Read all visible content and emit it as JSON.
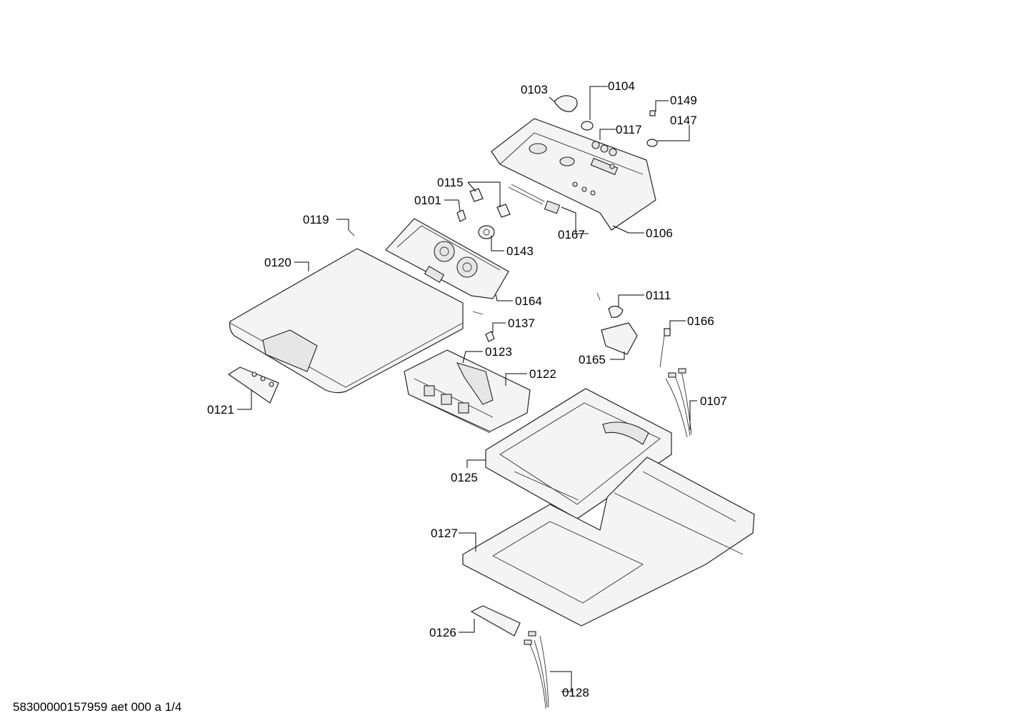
{
  "diagram": {
    "labels": {
      "p0103": "0103",
      "p0104": "0104",
      "p0149": "0149",
      "p0117": "0117",
      "p0147": "0147",
      "p0115": "0115",
      "p0101": "0101",
      "p0119": "0119",
      "p0143": "0143",
      "p0167": "0167",
      "p0106": "0106",
      "p0120": "0120",
      "p0164": "0164",
      "p0111": "0111",
      "p0137": "0137",
      "p0166": "0166",
      "p0123": "0123",
      "p0165": "0165",
      "p0122": "0122",
      "p0121": "0121",
      "p0107": "0107",
      "p0125": "0125",
      "p0127": "0127",
      "p0126": "0126",
      "p0128": "0128"
    }
  },
  "footer": {
    "doc_id": "58300000157959 aet 000 a 1/4"
  }
}
